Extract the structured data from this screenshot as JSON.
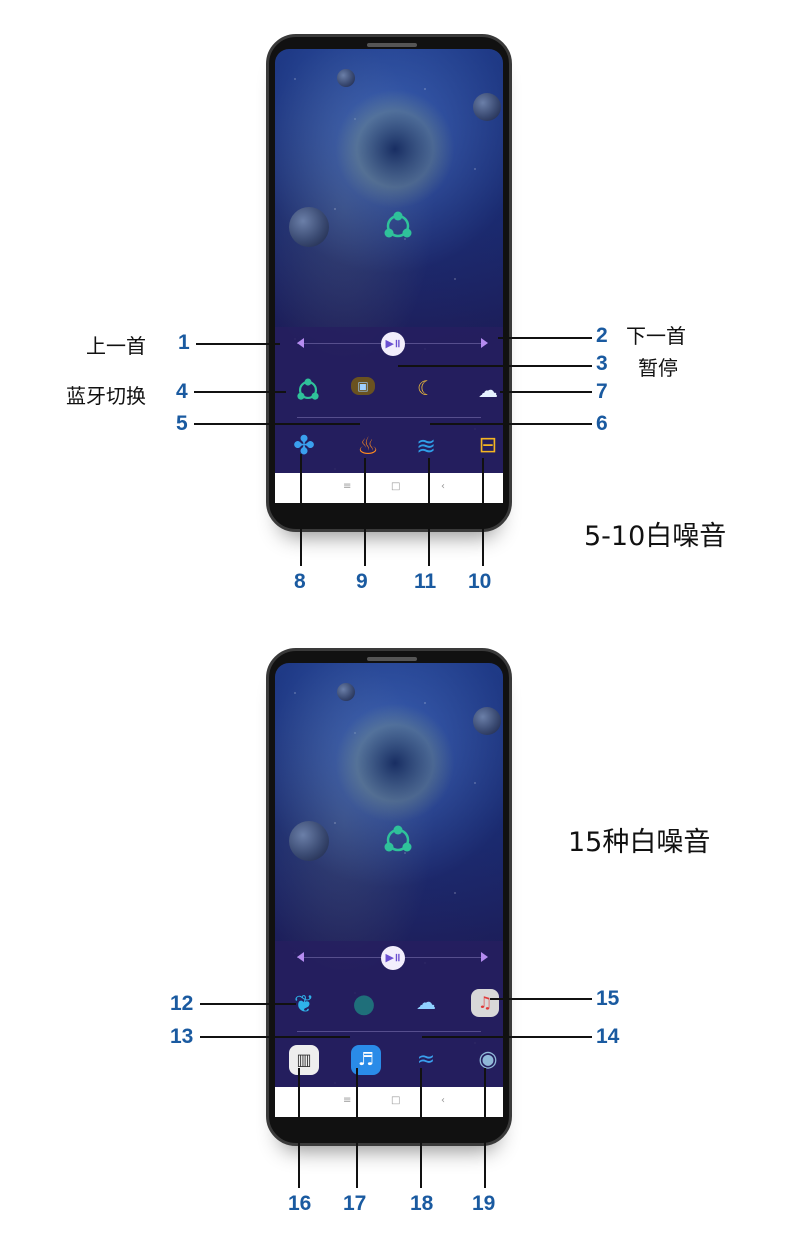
{
  "top": {
    "labels": {
      "prev": "上一首",
      "next": "下一首",
      "pause": "暂停",
      "bluetooth": "蓝牙切换"
    },
    "caption": "5-10白噪音",
    "numbers": [
      "1",
      "2",
      "3",
      "4",
      "5",
      "6",
      "7",
      "8",
      "9",
      "10",
      "11"
    ]
  },
  "bottom": {
    "caption": "15种白噪音",
    "numbers": [
      "12",
      "13",
      "14",
      "15",
      "16",
      "17",
      "18",
      "19"
    ]
  },
  "icons": {
    "hub": "bluetooth-share-icon",
    "play_pause": "play-pause-icon",
    "prev": "previous-icon",
    "next": "next-icon",
    "row_top": [
      "bluetooth-icon",
      "tv-icon",
      "moon-sleep-icon",
      "cloud-sleep-icon"
    ],
    "row_top_bottom": [
      "fan-icon",
      "fire-icon",
      "wave-icon",
      "train-icon"
    ],
    "row_bottom": [
      "bird-icon",
      "frog-icon",
      "thunderstorm-icon",
      "music-box-icon"
    ],
    "row_bottom_bottom": [
      "piano-icon",
      "music-note-icon",
      "stream-icon",
      "owl-icon"
    ]
  },
  "nav_glyphs": [
    "≡",
    "□",
    "‹"
  ],
  "play_glyph": "▶॥",
  "colors": {
    "number_blue": "#1a5aa0",
    "screen_bg": "#1c1e5a",
    "accent_green": "#2fc29a"
  }
}
